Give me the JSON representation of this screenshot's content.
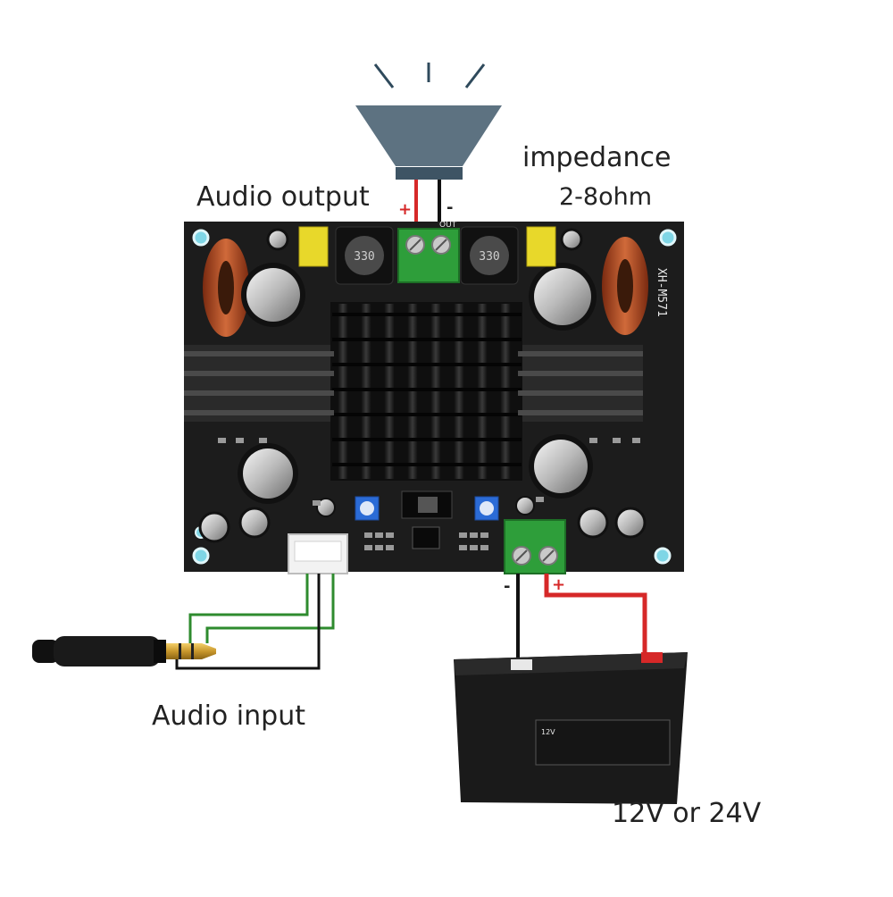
{
  "labels": {
    "audio_output": "Audio output",
    "impedance": "impedance",
    "impedance_range": "2-8ohm",
    "audio_input": "Audio input",
    "power_supply": "12V or 24V",
    "plus_sign": "+",
    "minus_sign": "-"
  },
  "board": {
    "model": "XH-M571",
    "out_label": "OUT",
    "inductor_marking": "330"
  },
  "battery": {
    "voltage_marking": "12V"
  },
  "colors": {
    "positive_wire": "#d62828",
    "negative_wire": "#111111",
    "signal_wire": "#2e8b2e",
    "pcb": "#1c1c1c",
    "terminal": "#2e9e3a",
    "speaker": "#2f4a5c"
  }
}
